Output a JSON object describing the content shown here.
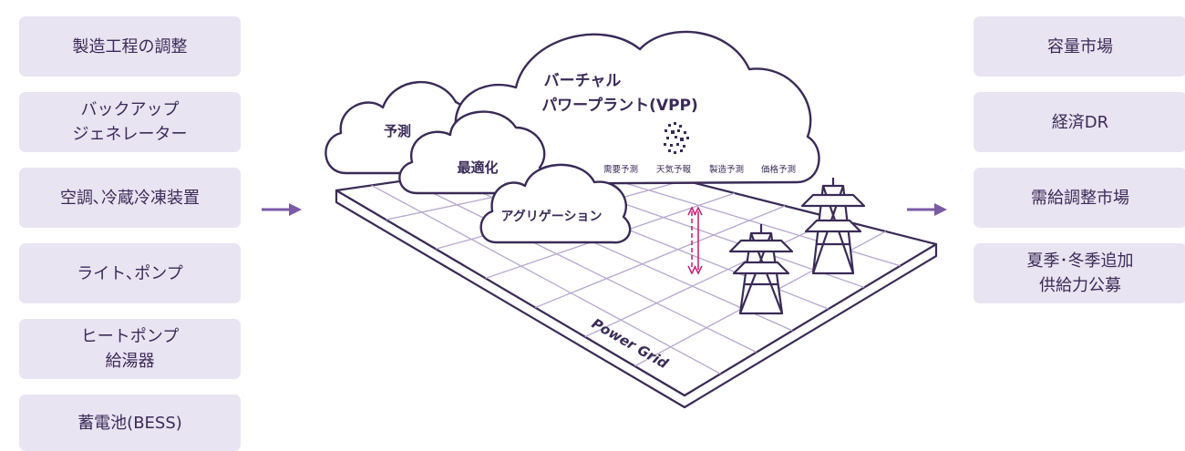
{
  "left_items": [
    "製造工程の調整",
    "バックアップ\nジェネレーター",
    "空調､冷蔵冷凍装置",
    "ライト､ポンプ",
    "ヒートポンプ\n給湯器",
    "蓄電池(BESS)"
  ],
  "right_items": [
    "容量市場",
    "経済DR",
    "需給調整市場",
    "夏季･冬季追加\n供給力公募"
  ],
  "clouds": {
    "vpp_line1": "バーチャル",
    "vpp_line2": "パワープラント(VPP)",
    "forecast": "予測",
    "optimization": "最適化",
    "aggregation": "アグリゲーション",
    "sub_labels": [
      "需要予測",
      "天気予報",
      "製造予測",
      "価格予測"
    ]
  },
  "grid_label": "Power Grid",
  "colors": {
    "purple": "#7b5aa6",
    "dark": "#3a2a57",
    "box_bg": "#e9e4f2",
    "accent_pink": "#c8257a",
    "grid_line": "#b6a6cf"
  }
}
